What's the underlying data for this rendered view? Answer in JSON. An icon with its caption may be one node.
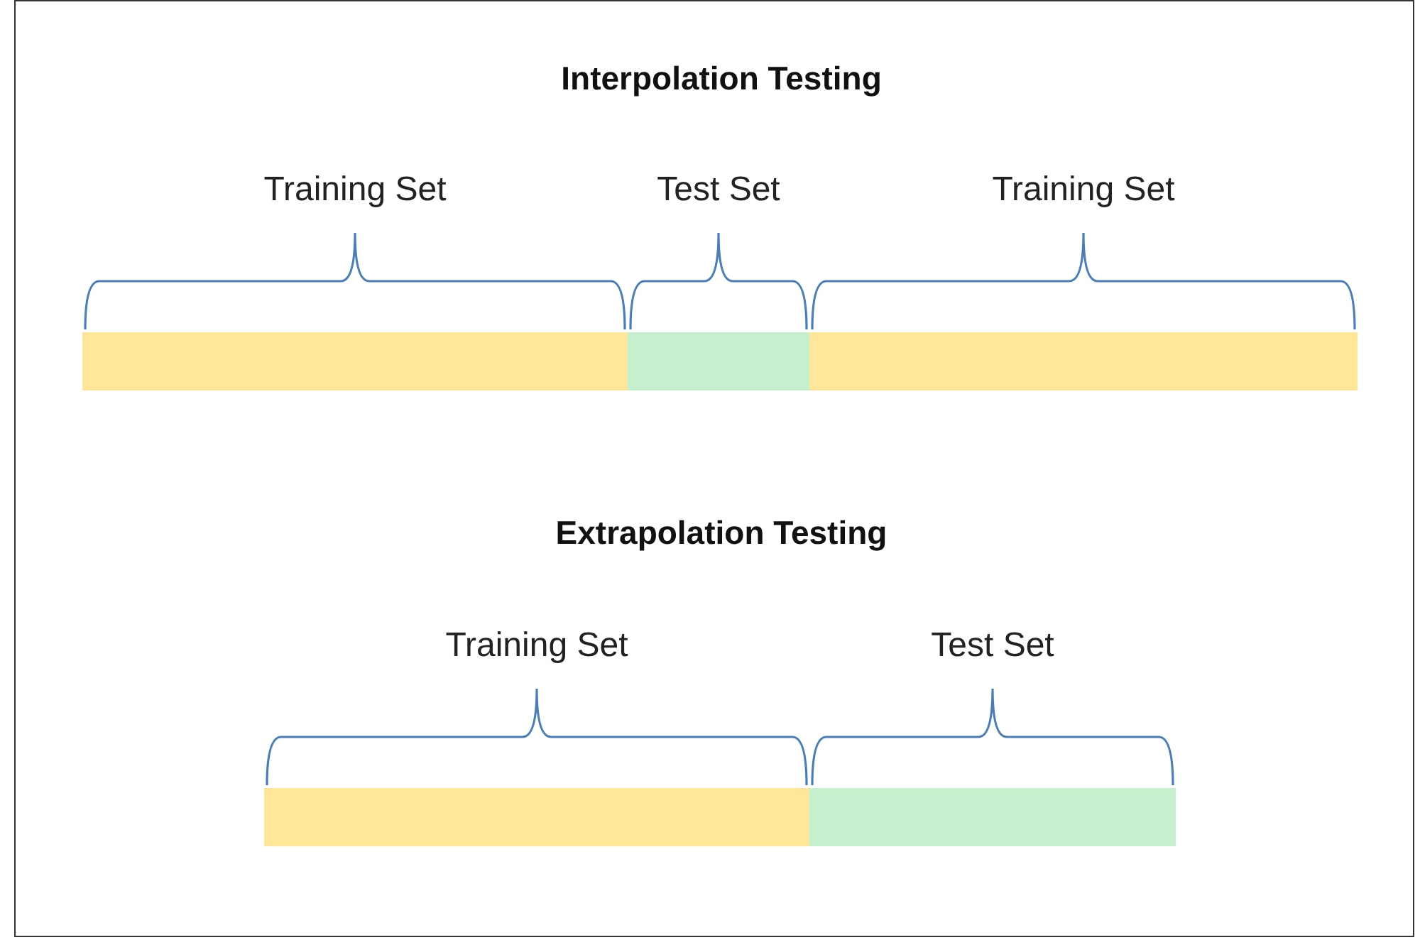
{
  "diagram": {
    "nodes": [
      {
        "text": [
          "Training Set"
        ]
      },
      {
        "text": [
          "Test Set"
        ]
      },
      {
        "text": [
          "Training Set"
        ]
      },
      {
        "text": [
          "Training Set"
        ]
      },
      {
        "text": [
          "Test Set"
        ]
      }
    ],
    "labels": [
      "Interpolation Testing",
      "Extrapolation Testing"
    ]
  }
}
